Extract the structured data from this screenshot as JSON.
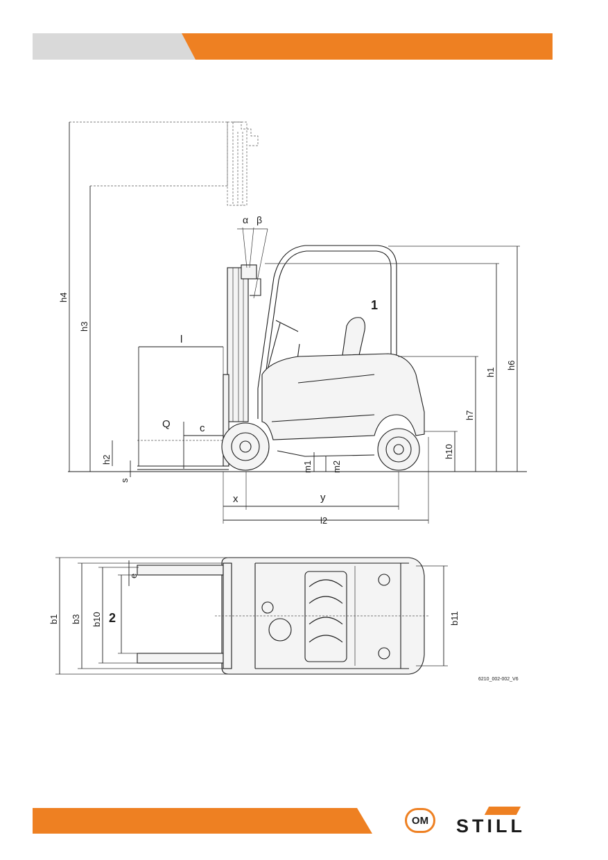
{
  "header": {
    "left_color": "#d9d9d9",
    "right_color": "#ee8022"
  },
  "side_view": {
    "labels": {
      "h4": "h4",
      "h3": "h3",
      "h2": "h2",
      "s": "s",
      "l": "l",
      "Q": "Q",
      "c": "c",
      "alpha": "α",
      "beta": "β",
      "callout1": "1",
      "m1": "m1",
      "m2": "m2",
      "h10": "h10",
      "h7": "h7",
      "h1": "h1",
      "h6": "h6",
      "x": "x",
      "y": "y",
      "l2": "l2"
    }
  },
  "top_view": {
    "labels": {
      "b1": "b1",
      "b3": "b3",
      "b10": "b10",
      "callout2": "2",
      "e": "e",
      "b11": "b11"
    }
  },
  "figure_ref": "6210_002-002_V6",
  "footer": {
    "bar_color": "#ee8022",
    "om_logo_text": "OM",
    "still_logo_text": "STILL",
    "logo_color": "#ee8022"
  }
}
